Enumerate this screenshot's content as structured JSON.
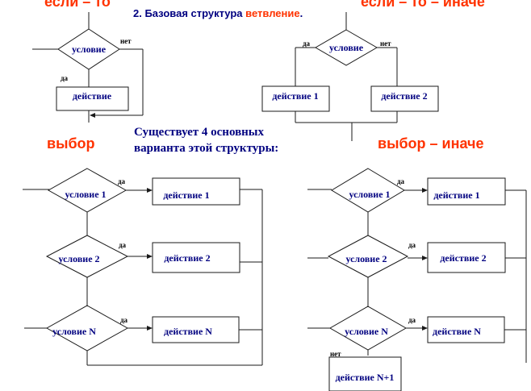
{
  "heading": {
    "prefix": "2. Базовая структура ",
    "highlight": "ветвление",
    "suffix": "."
  },
  "note": {
    "line1": "Существует 4 основных",
    "line2": "варианта этой структуры:"
  },
  "variants": {
    "if_then": {
      "title": "если – то",
      "condition": "условие",
      "action": "действие",
      "yes": "да",
      "no": "нет"
    },
    "if_then_else": {
      "title": "если – то – иначе",
      "condition": "условие",
      "action1": "действие 1",
      "action2": "действие 2",
      "yes": "да",
      "no": "нет"
    },
    "choice": {
      "title": "выбор",
      "conditions": [
        "условие 1",
        "условие 2",
        "условие N"
      ],
      "actions": [
        "действие 1",
        "действие 2",
        "действие N"
      ],
      "yes": "да"
    },
    "choice_else": {
      "title": "выбор – иначе",
      "conditions": [
        "условие 1",
        "условие 2",
        "условие N"
      ],
      "actions": [
        "действие 1",
        "действие 2",
        "действие N"
      ],
      "else_action": "действие N+1",
      "yes": "да",
      "no": "нет"
    }
  },
  "colors": {
    "title": "#ff3300",
    "label": "#000080",
    "line": "#1a1a1a"
  }
}
